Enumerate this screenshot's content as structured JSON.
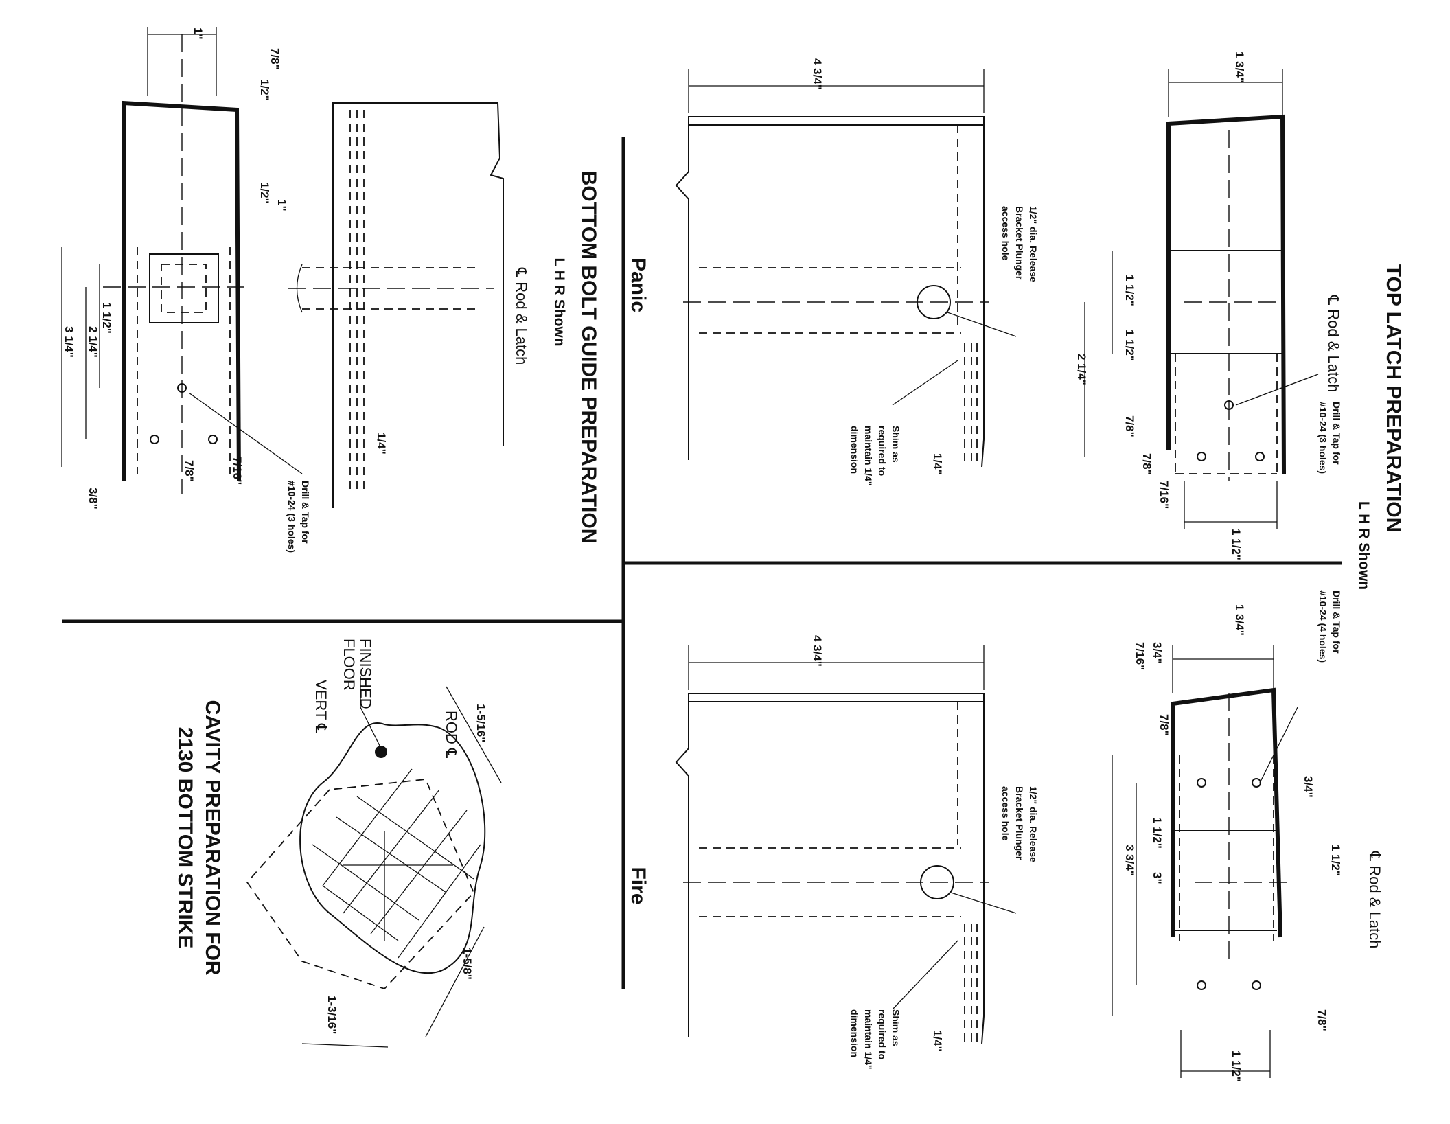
{
  "sections": {
    "top_latch": {
      "title": "TOP LATCH PREPARATION",
      "subtitle": "L H R Shown",
      "panic_view": {
        "centerline": "℄ Rod & Latch",
        "drill_note": [
          "Drill & Tap for",
          "#10-24 (3 holes)"
        ],
        "dims": [
          "1 3/4\"",
          "1 1/2\"",
          "1 1/2\"",
          "2 1/4\"",
          "7/8\"",
          "7/8\"",
          "7/16\"",
          "1 1/2\""
        ]
      },
      "fire_view": {
        "centerline": "℄ Rod & Latch",
        "drill_note": [
          "Drill & Tap for",
          "#10-24 (4 holes)"
        ],
        "dims": [
          "1 3/4\"",
          "3/4\"",
          "7/16\"",
          "7/8\"",
          "3/4\"",
          "1 1/2\"",
          "1 1/2\"",
          "3\"",
          "3 3/4\"",
          "7/8\"",
          "1 1/2\""
        ]
      }
    },
    "panic": {
      "label": "Panic",
      "overall_dim": "4 3/4\"",
      "access_note": [
        "1/2\" dia. Release",
        "Bracket Plunger",
        "access hole"
      ],
      "shim_note": [
        "Shim as",
        "required to",
        "maintain 1/4\"",
        "dimension"
      ],
      "gap_dim": "1/4\""
    },
    "fire": {
      "label": "Fire",
      "overall_dim": "4 3/4\"",
      "access_note": [
        "1/2\" dia. Release",
        "Bracket Plunger",
        "access hole"
      ],
      "shim_note": [
        "Shim as",
        "required to",
        "maintain 1/4\"",
        "dimension"
      ],
      "gap_dim": "1/4\""
    },
    "bottom_bolt": {
      "title": "BOTTOM BOLT GUIDE PREPARATION",
      "subtitle": "L H R Shown",
      "centerline": "℄ Rod & Latch",
      "drill_note": [
        "Drill & Tap for",
        "#10-24 (3 holes)"
      ],
      "dims": [
        "1\"",
        "7/8\"",
        "1/2\"",
        "1/2\"",
        "1\"",
        "1 1/2\"",
        "2 1/4\"",
        "3 1/4\"",
        "7/16\"",
        "7/8\"",
        "3/8\"",
        "1/4\""
      ]
    },
    "cavity": {
      "title": [
        "CAVITY PREPARATION FOR",
        "2130 BOTTOM STRIKE"
      ],
      "labels": [
        "FINISHED",
        "FLOOR",
        "VERT ℄",
        "ROD ℄"
      ],
      "dims": [
        "1-5/16\"",
        "1-5/8\"",
        "1-3/16\""
      ]
    }
  }
}
